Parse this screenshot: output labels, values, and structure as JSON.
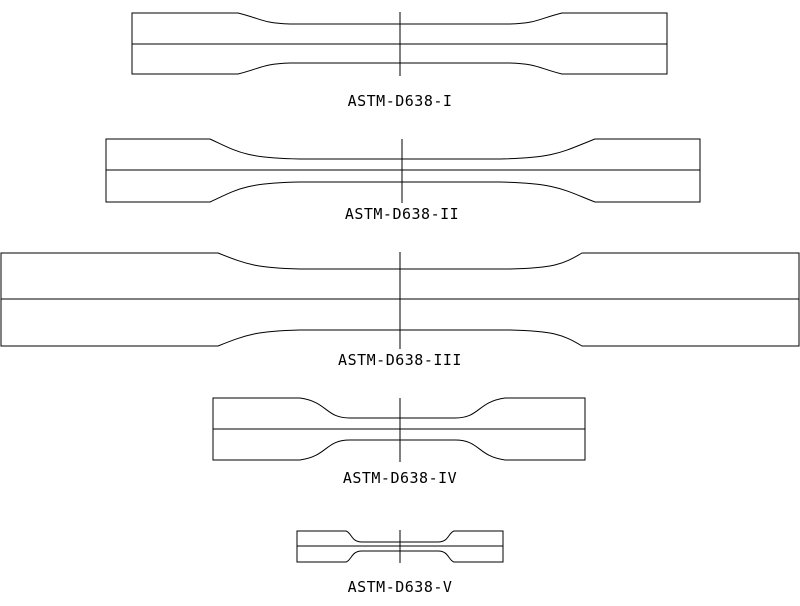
{
  "specimens": [
    {
      "id": "type-i",
      "label": "ASTM-D638-I"
    },
    {
      "id": "type-ii",
      "label": "ASTM-D638-II"
    },
    {
      "id": "type-iii",
      "label": "ASTM-D638-III"
    },
    {
      "id": "type-iv",
      "label": "ASTM-D638-IV"
    },
    {
      "id": "type-v",
      "label": "ASTM-D638-V"
    }
  ],
  "colors": {
    "stroke": "#000000",
    "background": "#ffffff"
  }
}
